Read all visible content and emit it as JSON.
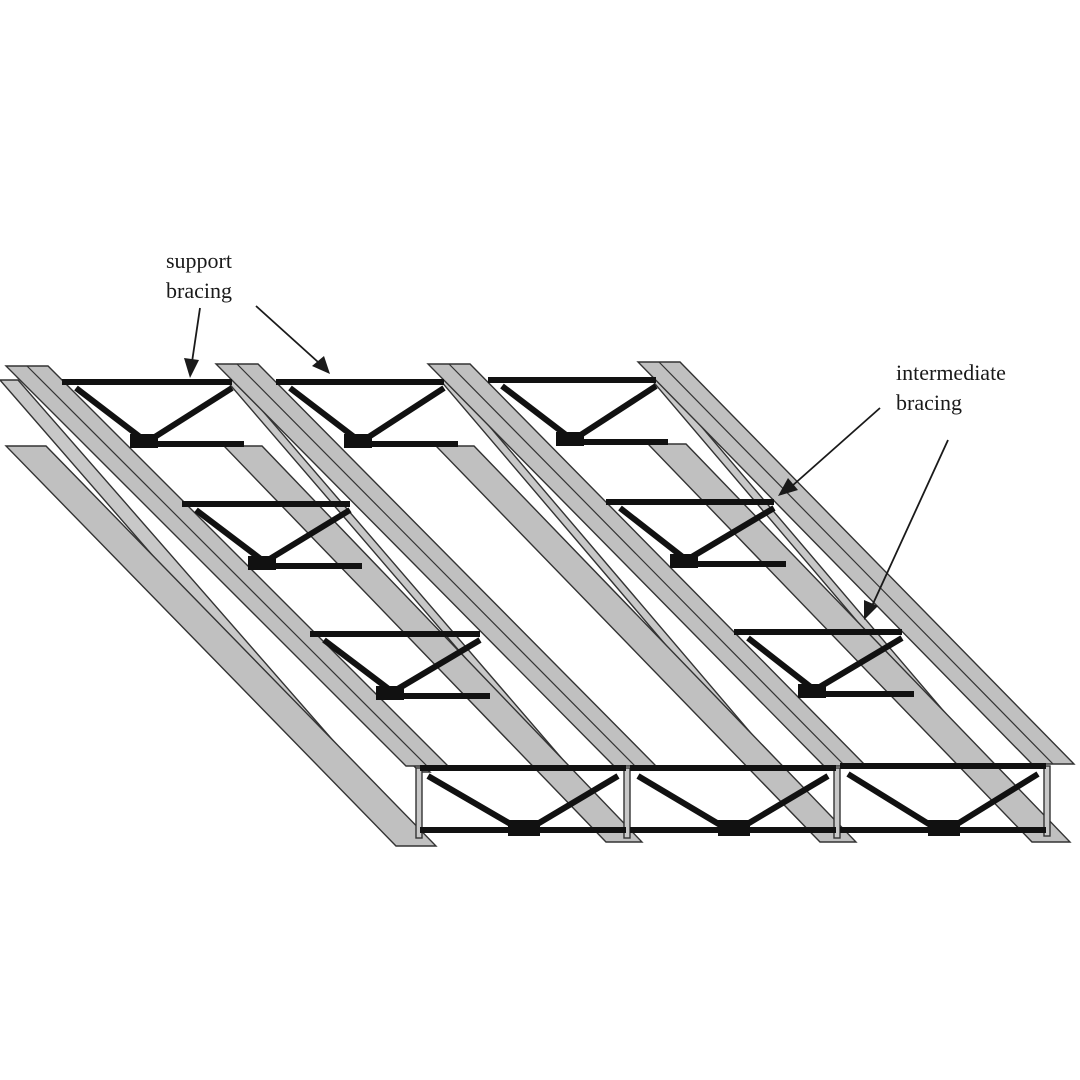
{
  "diagram": {
    "labels": {
      "support": [
        "support",
        "bracing"
      ],
      "intermediate": [
        "intermediate",
        "bracing"
      ]
    },
    "girder_count": 4,
    "colors": {
      "steel": "#c0c0c0",
      "outline": "#333333",
      "bracing": "#111111"
    }
  }
}
